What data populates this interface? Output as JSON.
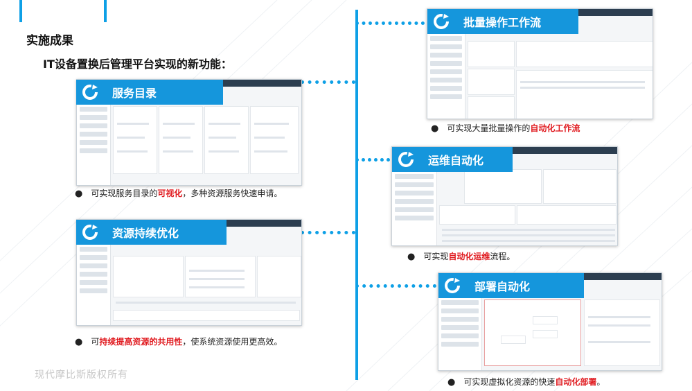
{
  "heading": {
    "section_title": "实施成果",
    "subtitle": "IT设备置换后管理平台实现的新功能："
  },
  "watermark": "现代摩比斯版权所有",
  "colors": {
    "accent": "#0ea0e6",
    "banner": "#1596dc",
    "highlight": "#e0191e"
  },
  "panels": {
    "service_catalog": {
      "title": "服务目录",
      "bullet": {
        "pre": "可实现服务目录的",
        "hl": "可视化",
        "post": "，多种资源服务快速申请。"
      }
    },
    "resource_optimization": {
      "title": "资源持续优化",
      "bullet": {
        "pre": "可",
        "hl": "持续提高资源的共用性",
        "post": "，使系统资源使用更高效。"
      }
    },
    "batch_workflow": {
      "title": "批量操作工作流",
      "bullet": {
        "pre": "可实现大量批量操作的",
        "hl": "自动化工作流",
        "post": ""
      }
    },
    "ops_automation": {
      "title": "运维自动化",
      "bullet": {
        "pre": "可实现",
        "hl": "自动化运维",
        "post": "流程。"
      }
    },
    "deploy_automation": {
      "title": "部署自动化",
      "bullet": {
        "pre": "可实现虚拟化资源的快速",
        "hl": "自动化部署",
        "post": "。"
      }
    }
  }
}
